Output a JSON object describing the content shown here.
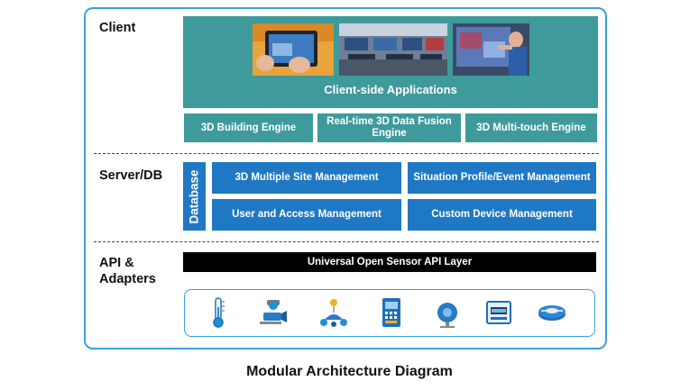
{
  "sections": {
    "client": "Client",
    "server": "Server/DB",
    "api_line1": "API &",
    "api_line2": "Adapters"
  },
  "client": {
    "applications_label": "Client-side Applications",
    "engines": [
      "3D Building Engine",
      "Real-time 3D Data Fusion Engine",
      "3D Multi-touch Engine"
    ]
  },
  "server": {
    "database_label": "Database",
    "modules": [
      "3D Multiple Site Management",
      "Situation Profile/Event Management",
      "User and Access Management",
      "Custom Device Management"
    ]
  },
  "api": {
    "layer_label": "Universal Open Sensor API Layer"
  },
  "devices": [
    "thermometer-icon",
    "cctv-camera-icon",
    "ip-camera-network-icon",
    "access-control-panel-icon",
    "motion-sensor-icon",
    "power-meter-icon",
    "smoke-detector-icon"
  ],
  "colors": {
    "teal": "#3f9a9c",
    "blue": "#1f78c4",
    "frame": "#3aa0dc",
    "api_bar": "#000000"
  },
  "caption": "Modular Architecture Diagram"
}
